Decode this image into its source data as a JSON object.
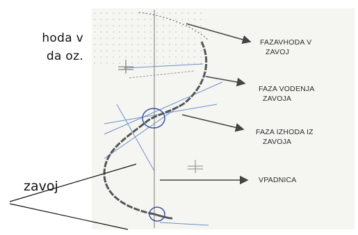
{
  "left_text": {
    "line1": "hoda  v",
    "line2": "da  oz."
  },
  "side_label": "zavoj",
  "diagram": {
    "labels": [
      {
        "id": "entry",
        "line1": "FAZAVHODA V",
        "line2": "ZAVOJ"
      },
      {
        "id": "guiding",
        "line1": "FAZA VODENJA",
        "line2": "ZAVOJA"
      },
      {
        "id": "exit",
        "line1": "FAZA IZHODA IZ",
        "line2": "ZAVOJA"
      },
      {
        "id": "fall-line",
        "line1": "VPADNICA",
        "line2": ""
      }
    ],
    "colors": {
      "track": "#555555",
      "arrows": "#444444",
      "circles": "#3b4fa0",
      "helper_lines": "#6b8fc8"
    }
  }
}
